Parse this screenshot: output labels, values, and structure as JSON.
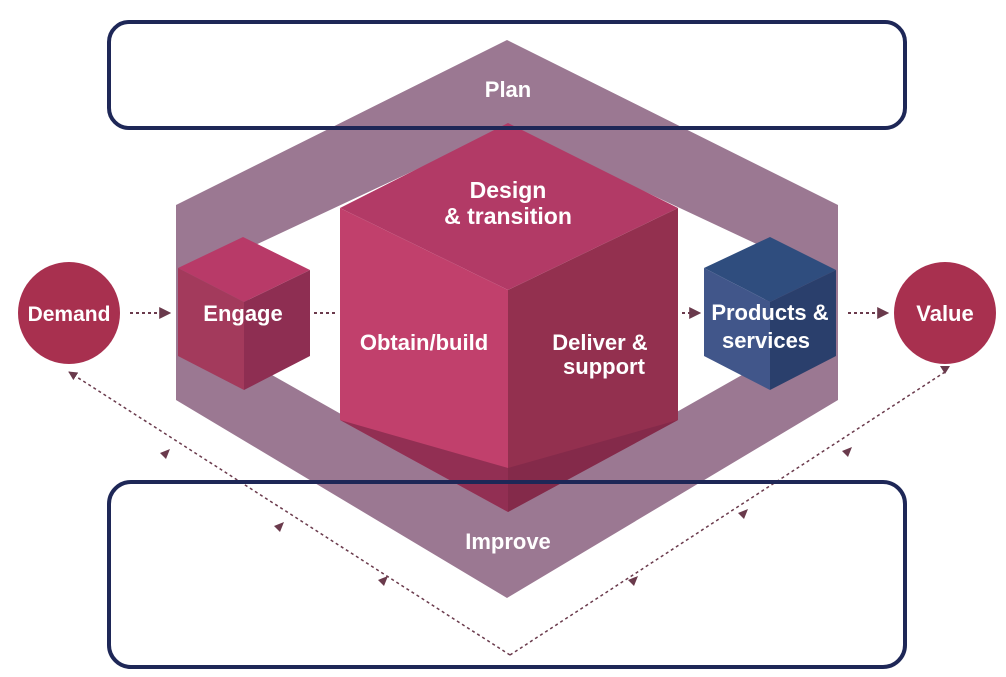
{
  "labels": {
    "plan": "Plan",
    "design_line1": "Design",
    "design_line2": "& transition",
    "obtain": "Obtain/build",
    "deliver_line1": "Deliver &",
    "deliver_line2": "support",
    "engage": "Engage",
    "products_line1": "Products &",
    "products_line2": "services",
    "demand": "Demand",
    "value": "Value",
    "improve": "Improve"
  },
  "colors": {
    "ring": "#9b7892",
    "cube_top": "#b23a66",
    "cube_left": "#c1406c",
    "cube_right": "#93304f",
    "cube_bottom": "#7e2848",
    "engage_top": "#b83a68",
    "engage_left": "#a33a5c",
    "engage_right": "#8e2e52",
    "products_top": "#2f4d7e",
    "products_left": "#41568a",
    "products_right": "#2a3f6c",
    "circle": "#a8304f",
    "highlight_outline": "#1e2757",
    "arrow": "#6a3a4c"
  }
}
